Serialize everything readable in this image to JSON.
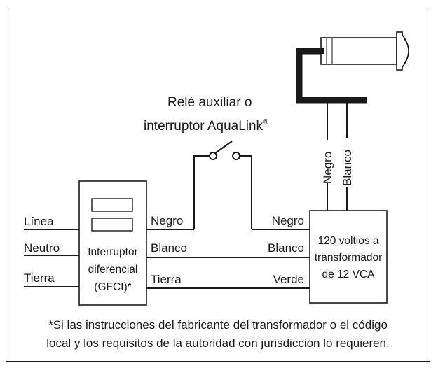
{
  "relay_label_line1": "Relé auxiliar o",
  "relay_label_line2": "interruptor AquaLink",
  "relay_label_reg": "®",
  "lamp_wire_labels": {
    "black": "Negro",
    "white": "Blanco"
  },
  "left_inputs": {
    "line": "Línea",
    "neutral": "Neutro",
    "ground": "Tierra"
  },
  "gfci": {
    "line1": "Interruptor",
    "line2": "diferencial",
    "line3": "(GFCI)*"
  },
  "gfci_outputs": {
    "black": "Negro",
    "white": "Blanco",
    "ground": "Tierra"
  },
  "transformer_inputs": {
    "black": "Negro",
    "white": "Blanco",
    "green": "Verde"
  },
  "transformer": {
    "line1": "120 voltios a",
    "line2": "transformador",
    "line3": "de 12 VCA"
  },
  "footnote": {
    "line1": "*Si las instrucciones del fabricante del transformador o el código",
    "line2": "local y los requisitos de la autoridad con jurisdicción lo requieren."
  }
}
